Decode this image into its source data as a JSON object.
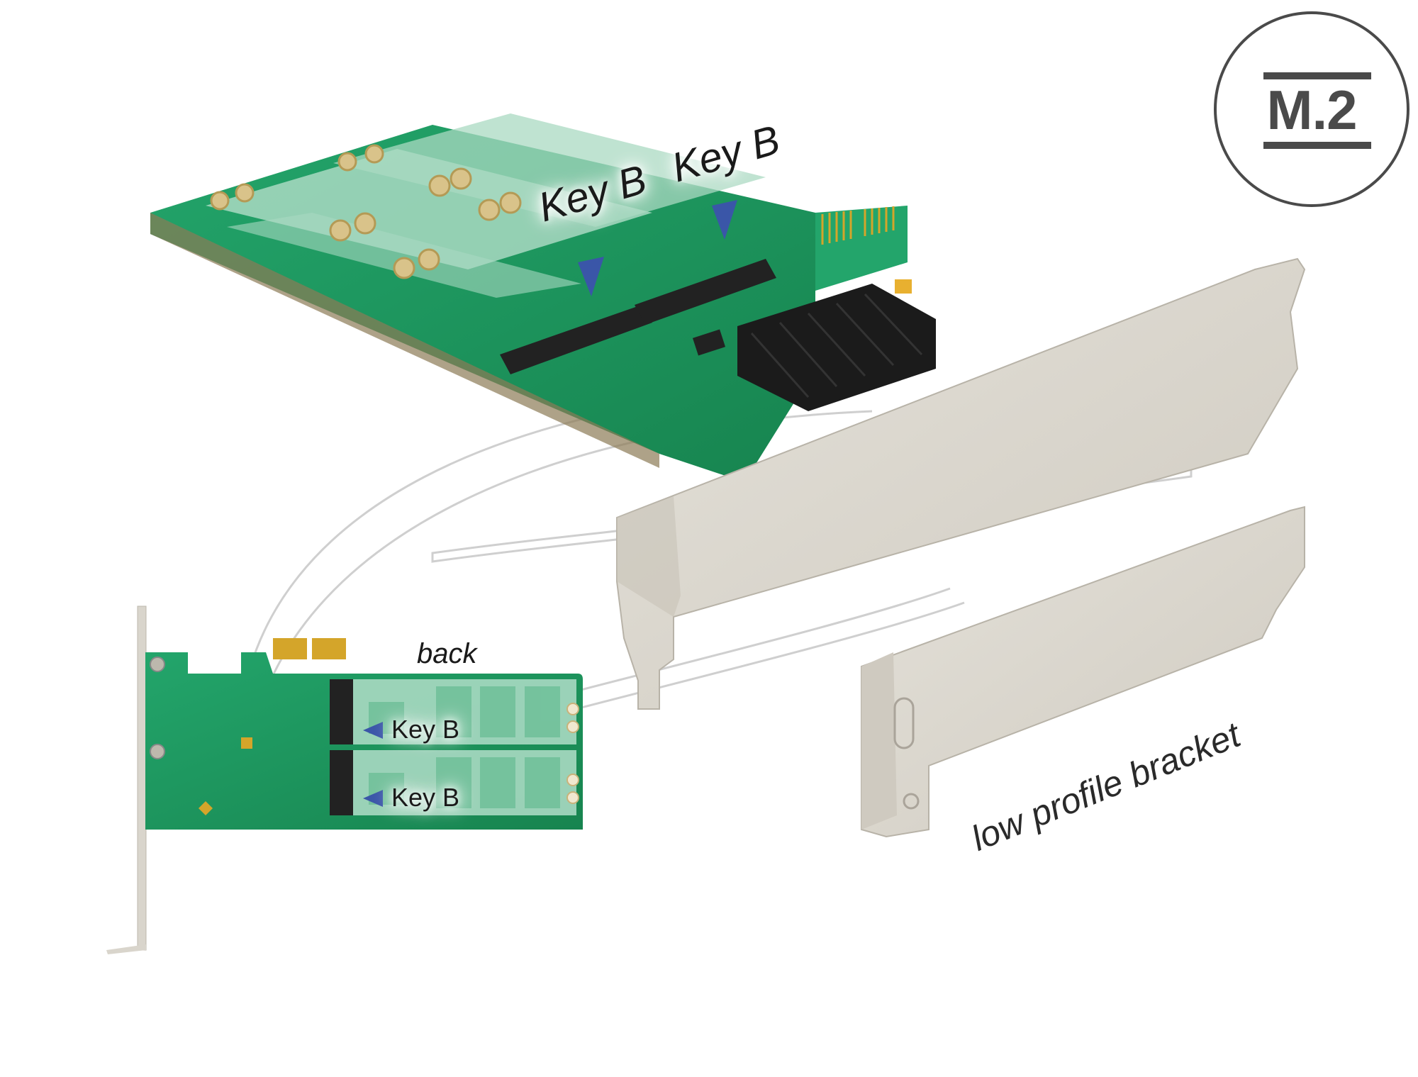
{
  "badge": {
    "text": "M.2",
    "color": "#4a4a4a"
  },
  "annotations": {
    "front_key_1": "Key B",
    "front_key_2": "Key B",
    "back_view": "back",
    "back_key_1": "Key B",
    "back_key_2": "Key B",
    "low_profile": "low profile bracket"
  },
  "colors": {
    "pcb_green": "#1f9a63",
    "pcb_green_dark": "#17804f",
    "slot_area": "#a9d9c2",
    "bracket_silver": "#d9d5cc",
    "bracket_shadow": "#bdb8ad",
    "heatsink": "#1b1b1b",
    "gold_contacts": "#d4a52a",
    "marker_blue": "#3a56a8",
    "swoosh": "#d0d0d0"
  }
}
